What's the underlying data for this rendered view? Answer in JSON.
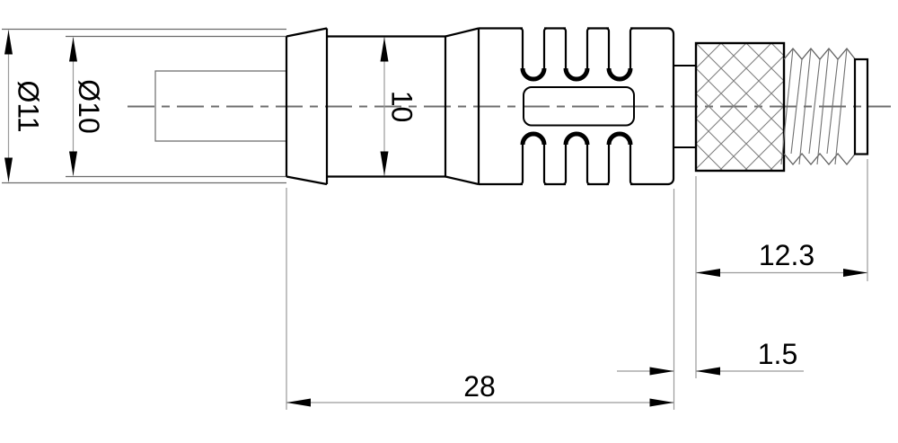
{
  "drawing": {
    "kind": "connector dimension drawing",
    "dimensions": {
      "dia_outer": "Ø11",
      "dia_sheath": "Ø10",
      "dia_boot": "10",
      "len_body": "28",
      "len_thread_section": "12.3",
      "len_neck": "1.5"
    },
    "colors": {
      "outline": "#000000",
      "thin_line": "#6b6b6b",
      "centerline": "#6e6e6e",
      "dimension_line": "#9a9a9a",
      "hatch": "#808080",
      "background": "#ffffff"
    }
  }
}
